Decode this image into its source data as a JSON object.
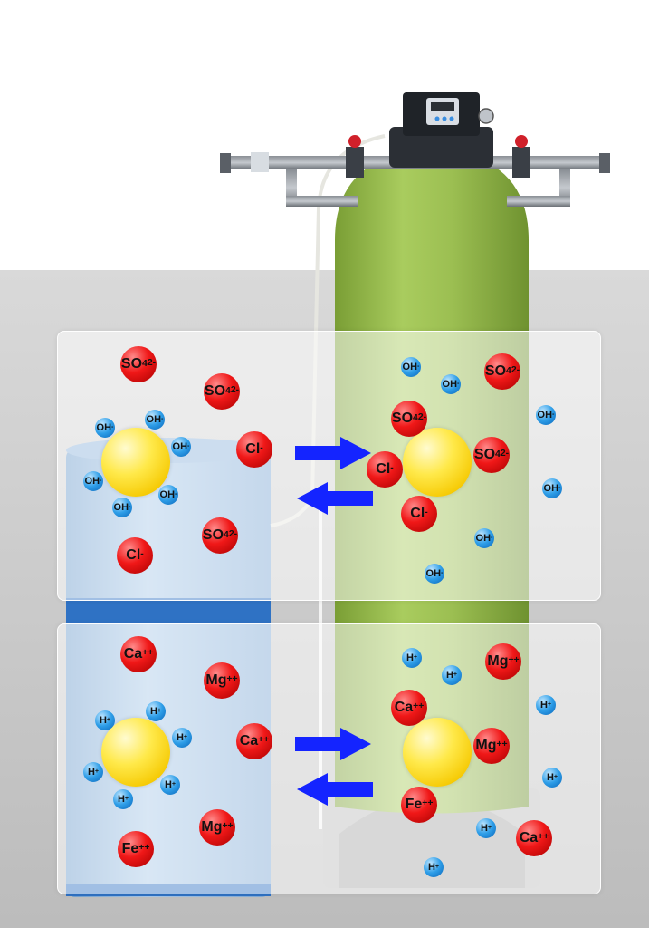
{
  "colors": {
    "cation_ion": "#e31414",
    "anion_hydroxide": "#1a86d8",
    "resin_bead": "#f7d21a",
    "arrow": "#1424ff",
    "resin_tank": "#9cbf52",
    "brine_tank": "#a9c9e8"
  },
  "anion_panel": {
    "left_bead_ions": [
      {
        "base": "OH",
        "charge": "-"
      },
      {
        "base": "OH",
        "charge": "-"
      },
      {
        "base": "OH",
        "charge": "-"
      },
      {
        "base": "OH",
        "charge": "-"
      },
      {
        "base": "OH",
        "charge": "-"
      },
      {
        "base": "OH",
        "charge": "-"
      }
    ],
    "left_free_ions": [
      {
        "base": "SO",
        "sub": "4",
        "charge": "2-"
      },
      {
        "base": "SO",
        "sub": "4",
        "charge": "2-"
      },
      {
        "base": "Cl",
        "charge": "-"
      },
      {
        "base": "SO",
        "sub": "4",
        "charge": "2-"
      },
      {
        "base": "Cl",
        "charge": "-"
      }
    ],
    "right_bead_ions": [
      {
        "base": "SO",
        "sub": "4",
        "charge": "2-"
      },
      {
        "base": "Cl",
        "charge": "-"
      },
      {
        "base": "SO",
        "sub": "4",
        "charge": "2-"
      },
      {
        "base": "Cl",
        "charge": "-"
      }
    ],
    "right_free_ions": [
      {
        "base": "SO",
        "sub": "4",
        "charge": "2-"
      },
      {
        "base": "OH",
        "charge": "-"
      },
      {
        "base": "OH",
        "charge": "-"
      },
      {
        "base": "OH",
        "charge": "-"
      },
      {
        "base": "OH",
        "charge": "-"
      },
      {
        "base": "OH",
        "charge": "-"
      },
      {
        "base": "OH",
        "charge": "-"
      }
    ]
  },
  "cation_panel": {
    "left_bead_ions": [
      {
        "base": "H",
        "charge": "+"
      },
      {
        "base": "H",
        "charge": "+"
      },
      {
        "base": "H",
        "charge": "+"
      },
      {
        "base": "H",
        "charge": "+"
      },
      {
        "base": "H",
        "charge": "+"
      },
      {
        "base": "H",
        "charge": "+"
      }
    ],
    "left_free_ions": [
      {
        "base": "Ca",
        "charge": "++"
      },
      {
        "base": "Mg",
        "charge": "++"
      },
      {
        "base": "Ca",
        "charge": "++"
      },
      {
        "base": "Mg",
        "charge": "++"
      },
      {
        "base": "Fe",
        "charge": "++"
      }
    ],
    "right_bead_ions": [
      {
        "base": "Ca",
        "charge": "++"
      },
      {
        "base": "Mg",
        "charge": "++"
      },
      {
        "base": "Fe",
        "charge": "++"
      }
    ],
    "right_free_ions": [
      {
        "base": "Mg",
        "charge": "++"
      },
      {
        "base": "Ca",
        "charge": "++"
      },
      {
        "base": "H",
        "charge": "+"
      },
      {
        "base": "H",
        "charge": "+"
      },
      {
        "base": "H",
        "charge": "+"
      },
      {
        "base": "H",
        "charge": "+"
      },
      {
        "base": "H",
        "charge": "+"
      },
      {
        "base": "H",
        "charge": "+"
      }
    ]
  }
}
